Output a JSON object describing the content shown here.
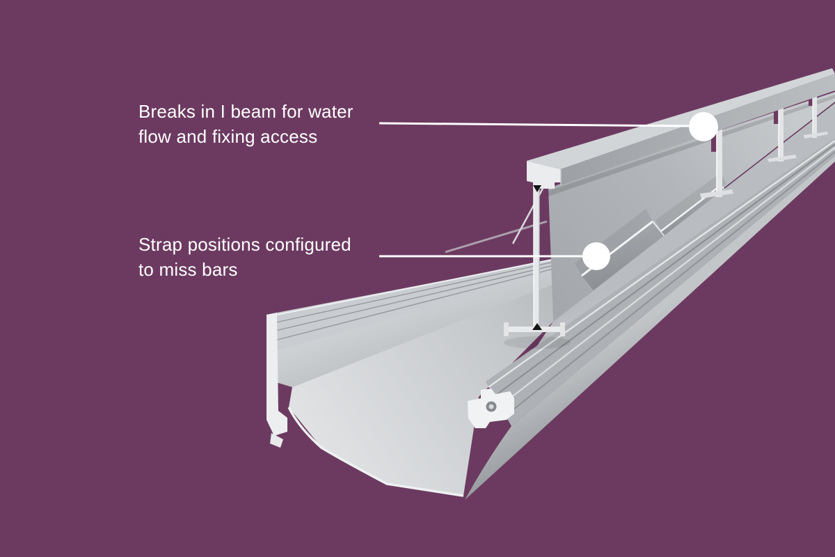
{
  "background_color": "#6C3A60",
  "illustration": {
    "name": "gutter-3d-render",
    "description": "3D render of an aluminium box gutter extrusion shown in cut cross-section, with internal I beam along the top, diagonal support straps on the rear wall and a bolt rail in the base",
    "aluminium_light": "#EAECEE",
    "aluminium_mid": "#B4B8BC",
    "aluminium_dark": "#8F9397"
  },
  "annotations": [
    {
      "id": "breaks-in-i-beam",
      "lines": [
        "Breaks in I beam for water",
        "flow and fixing access"
      ],
      "marker": "white-dot"
    },
    {
      "id": "strap-positions",
      "lines": [
        "Strap positions configured",
        "to miss bars"
      ],
      "marker": "white-dot"
    }
  ],
  "colors": {
    "annotation_text": "#FFFFFF",
    "leader_line": "#FFFFFF",
    "marker_dot": "#FFFFFF"
  }
}
